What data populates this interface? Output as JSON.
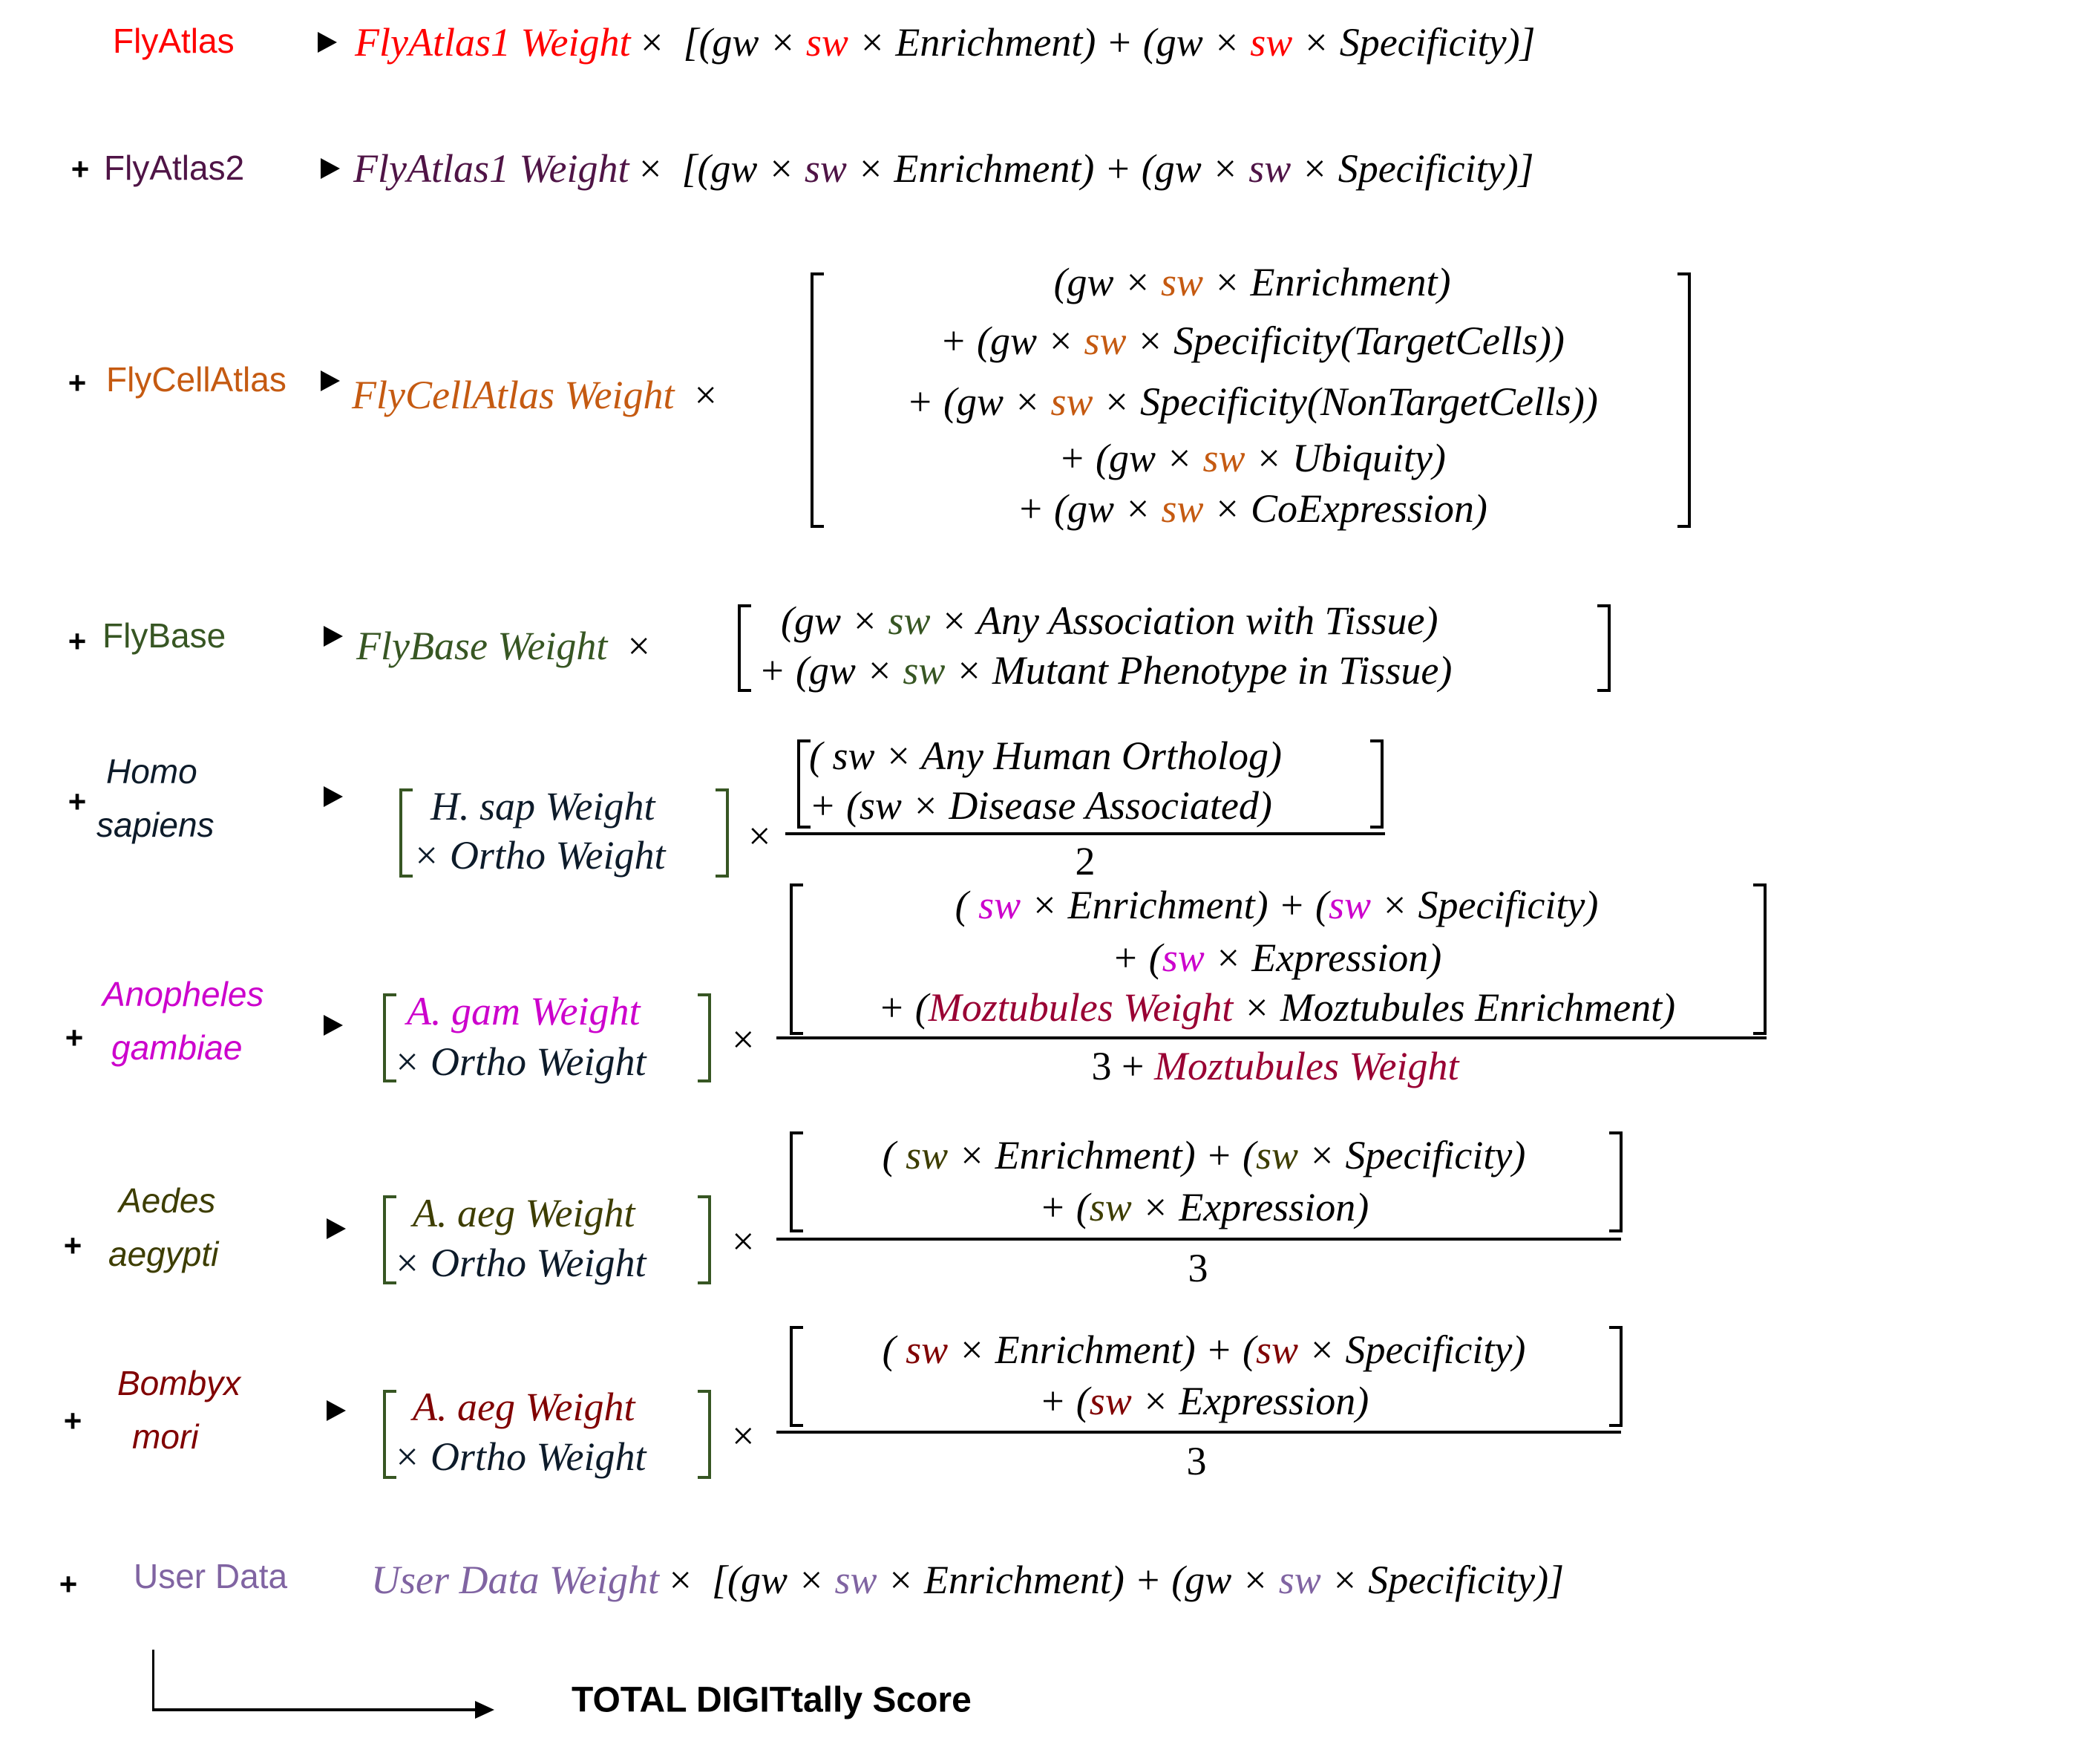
{
  "colors": {
    "flyatlas": "#FF0000",
    "flyatlas2": "#4F1446",
    "flycellatlas": "#C55A11",
    "flybase": "#375623",
    "hsap": "#0D1B2A",
    "agam": "#CC00CC",
    "moztubules": "#990033",
    "aaeg": "#3D3D00",
    "bmori": "#800000",
    "userdata": "#8064A2",
    "bracket_species": "#375623"
  },
  "common": {
    "plus": "+",
    "times": "×",
    "gw": "gw",
    "sw": "sw",
    "enrichment": "Enrichment",
    "specificity": "Specificity",
    "expression": "Expression",
    "ortho_weight": "Ortho Weight"
  },
  "rows": {
    "flyatlas": {
      "label": "FlyAtlas",
      "weight": "FlyAtlas1 Weight",
      "formula_parts": [
        "[(gw ×",
        "sw",
        "× Enrichment) + (gw ×",
        "sw",
        "× Specificity)]"
      ]
    },
    "flyatlas2": {
      "label": "FlyAtlas2",
      "weight": "FlyAtlas1 Weight",
      "formula_parts": [
        "[(gw ×",
        "sw",
        "× Enrichment) + (gw ×",
        "sw",
        "× Specificity)]"
      ]
    },
    "flycellatlas": {
      "label": "FlyCellAtlas",
      "weight": "FlyCellAtlas Weight",
      "lines": [
        {
          "pre": "(gw ×",
          "post": "× Enrichment)"
        },
        {
          "pre": "+ (gw ×",
          "post": "× Specificity(TargetCells))"
        },
        {
          "pre": "+ (gw ×",
          "post": "× Specificity(NonTargetCells))"
        },
        {
          "pre": "+ (gw ×",
          "post": "× Ubiquity)"
        },
        {
          "pre": "+ (gw ×",
          "post": "× CoExpression)"
        }
      ]
    },
    "flybase": {
      "label": "FlyBase",
      "weight": "FlyBase Weight",
      "lines": [
        {
          "pre": "(gw ×",
          "post": "× Any Association with Tissue)"
        },
        {
          "pre": "+ (gw ×",
          "post": "× Mutant Phenotype in Tissue)"
        }
      ]
    },
    "hsap": {
      "label_line1": "Homo",
      "label_line2": "sapiens",
      "weight": "H. sap Weight",
      "ortho": "× Ortho Weight",
      "numerator": [
        "( sw × Any Human Ortholog)",
        "+ (sw × Disease Associated)"
      ],
      "denominator": "2"
    },
    "agam": {
      "label_line1": "Anopheles",
      "label_line2": "gambiae",
      "weight": "A. gam Weight",
      "ortho": "× Ortho Weight",
      "numerator": [
        {
          "a": "(",
          "b": "× Enrichment) + (",
          "c": "× Specificity)"
        },
        {
          "a": "+ (",
          "b": "× Expression)"
        },
        {
          "a": "+ (",
          "moz": "Moztubules Weight",
          "b": "× Moztubules Enrichment)"
        }
      ],
      "denominator_pre": "3 +",
      "denominator_moz": "Moztubules Weight"
    },
    "aaeg": {
      "label_line1": "Aedes",
      "label_line2": "aegypti",
      "weight": "A. aeg Weight",
      "ortho": "× Ortho Weight",
      "numerator": [
        {
          "a": "(",
          "b": "× Enrichment) + (",
          "c": "× Specificity)"
        },
        {
          "a": "+ (",
          "b": "× Expression)"
        }
      ],
      "denominator": "3"
    },
    "bmori": {
      "label_line1": "Bombyx",
      "label_line2": "mori",
      "weight": "A. aeg Weight",
      "ortho": "× Ortho Weight",
      "numerator": [
        {
          "a": "(",
          "b": "× Enrichment) + (",
          "c": "× Specificity)"
        },
        {
          "a": "+ (",
          "b": "× Expression)"
        }
      ],
      "denominator": "3"
    },
    "userdata": {
      "label": "User Data",
      "weight": "User Data Weight",
      "formula_parts": [
        "[(gw ×",
        "sw",
        "× Enrichment) + (gw ×",
        "sw",
        "× Specificity)]"
      ]
    }
  },
  "total": {
    "label": "TOTAL DIGITtally Score"
  }
}
